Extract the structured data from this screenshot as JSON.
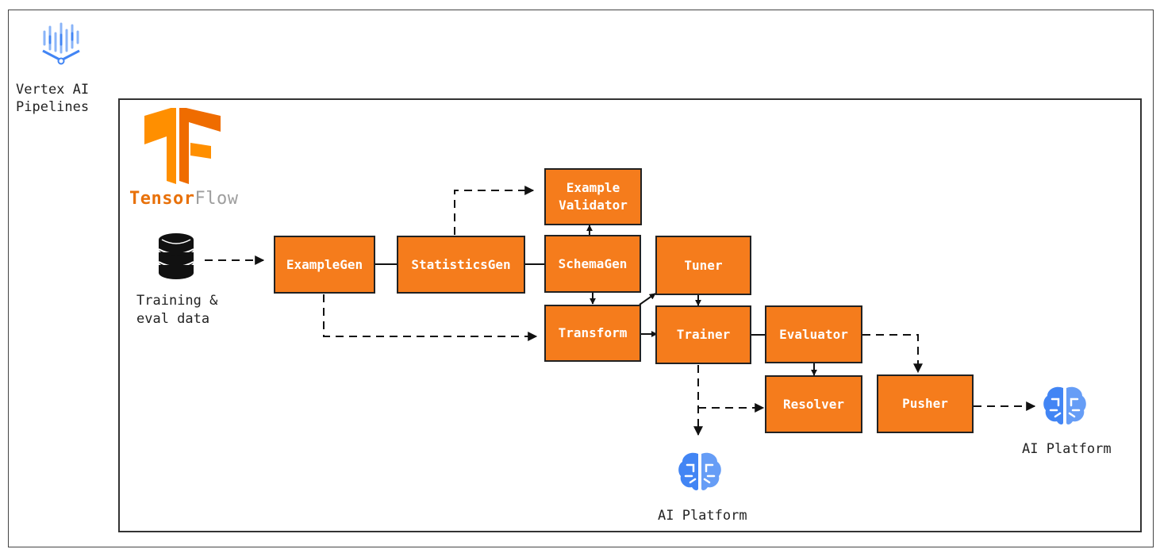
{
  "vertex": {
    "label": "Vertex AI\nPipelines",
    "icon": "vertex-ai-pipelines-icon"
  },
  "tensorflow": {
    "logo_icon": "tensorflow-logo",
    "word_a": "Tensor",
    "word_b": "Flow"
  },
  "data_source": {
    "icon": "database-icon",
    "label": "Training &\neval data"
  },
  "nodes": {
    "example_gen": "ExampleGen",
    "statistics_gen": "StatisticsGen",
    "example_validator": "Example\nValidator",
    "schema_gen": "SchemaGen",
    "tuner": "Tuner",
    "transform": "Transform",
    "trainer": "Trainer",
    "evaluator": "Evaluator",
    "resolver": "Resolver",
    "pusher": "Pusher"
  },
  "ai_platform_bottom": {
    "icon": "ai-platform-brain-icon",
    "label": "AI Platform"
  },
  "ai_platform_right": {
    "icon": "ai-platform-brain-icon",
    "label": "AI Platform"
  },
  "colors": {
    "node_fill": "#f57c1c",
    "tensorflow_orange": "#e8710a",
    "brain_blue": "#4285f4"
  }
}
